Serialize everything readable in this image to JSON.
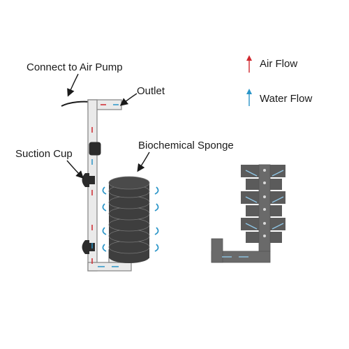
{
  "labels": {
    "connect_to_air_pump": "Connect to Air Pump",
    "outlet": "Outlet",
    "biochemical_sponge": "Biochemical Sponge",
    "suction_cup": "Suction Cup"
  },
  "legend": [
    {
      "label": "Air Flow",
      "color": "#d0282e",
      "direction": "up"
    },
    {
      "label": "Water Flow",
      "color": "#2a95c8",
      "direction": "up"
    }
  ],
  "colors": {
    "sponge": "#3e3e3e",
    "pipe_outline": "#8a8a8a",
    "pipe_fill": "#eaeaea",
    "suction_cup": "#2b2b2b",
    "lines": "#1a1a1a",
    "cross_section": "#5b5b5b",
    "cross_core": "#6a6a6a"
  }
}
